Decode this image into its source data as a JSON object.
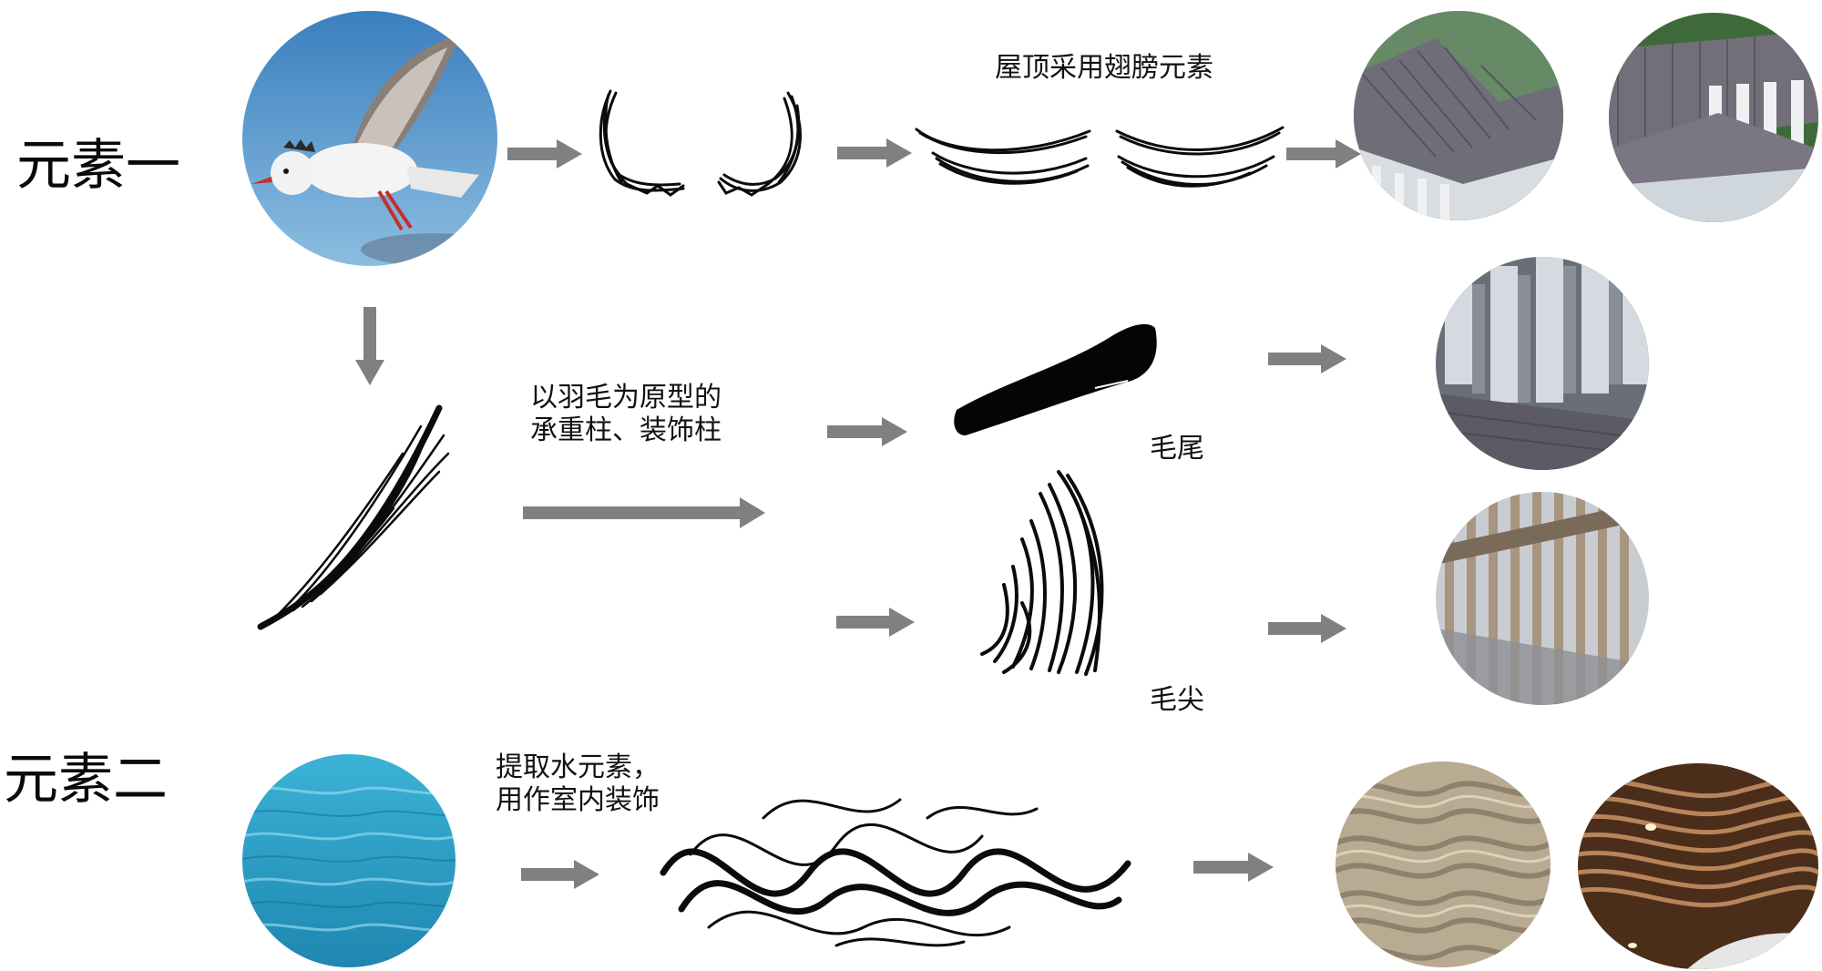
{
  "sections": {
    "element_one": "元素一",
    "element_two": "元素二"
  },
  "captions": {
    "roof": "屋顶采用翅膀元素",
    "feather_line1": "以羽毛为原型的",
    "feather_line2": "承重柱、装饰柱",
    "tail": "毛尾",
    "tip": "毛尖",
    "water_line1": "提取水元素，",
    "water_line2": "用作室内装饰"
  },
  "colors": {
    "arrow": "#808080",
    "ink": "#0b0b0b",
    "sky": "#4f8fc7",
    "water": "#2fa2c7",
    "roof": "#6f6d78",
    "wood": "#8a5a33",
    "plaster": "#b9aa92"
  }
}
